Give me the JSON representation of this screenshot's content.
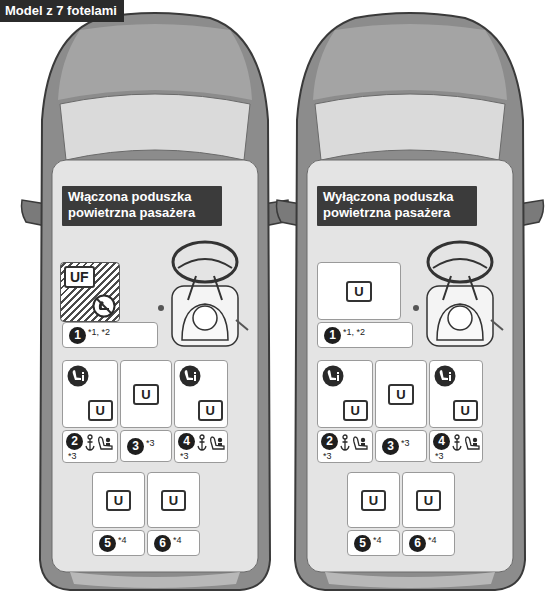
{
  "diagram": {
    "title": "Model z 7 fotelami",
    "nodes": [
      {
        "text": [
          "Włączona poduszka powietrzna pasażera"
        ]
      },
      {
        "text": [
          "UF"
        ]
      },
      {
        "text": [
          "1",
          "*1, *2"
        ]
      },
      {
        "text": [
          "U"
        ]
      },
      {
        "text": [
          "U"
        ]
      },
      {
        "text": [
          "U"
        ]
      },
      {
        "text": [
          "2",
          "*3"
        ]
      },
      {
        "text": [
          "3",
          "*3"
        ]
      },
      {
        "text": [
          "4",
          "*3"
        ]
      },
      {
        "text": [
          "U"
        ]
      },
      {
        "text": [
          "U"
        ]
      },
      {
        "text": [
          "5",
          "*4"
        ]
      },
      {
        "text": [
          "6",
          "*4"
        ]
      },
      {
        "text": [
          "Wyłączona poduszka powietrzna pasażera"
        ]
      },
      {
        "text": [
          "U"
        ]
      },
      {
        "text": [
          "1",
          "*1, *2"
        ]
      },
      {
        "text": [
          "U"
        ]
      },
      {
        "text": [
          "U"
        ]
      },
      {
        "text": [
          "U"
        ]
      },
      {
        "text": [
          "2",
          "*3"
        ]
      },
      {
        "text": [
          "3",
          "*3"
        ]
      },
      {
        "text": [
          "4",
          "*3"
        ]
      },
      {
        "text": [
          "U"
        ]
      },
      {
        "text": [
          "U"
        ]
      },
      {
        "text": [
          "5",
          "*4"
        ]
      },
      {
        "text": [
          "6",
          "*4"
        ]
      }
    ]
  }
}
